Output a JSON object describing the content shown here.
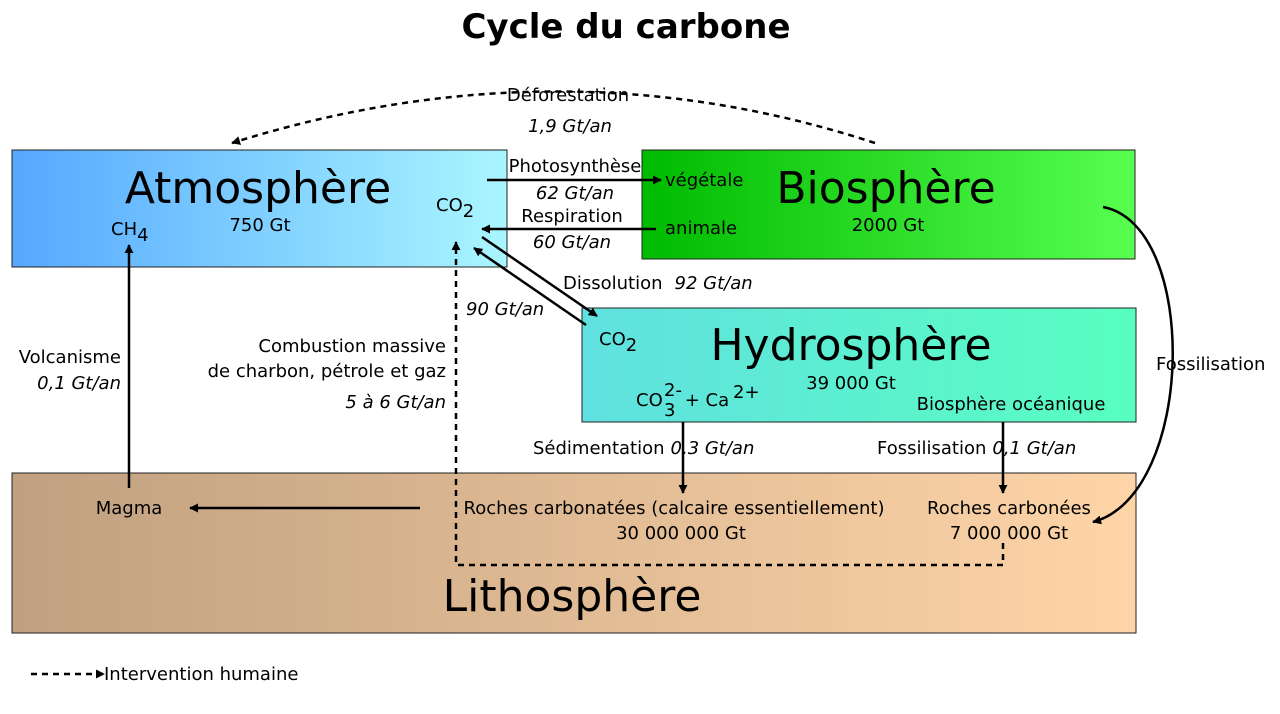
{
  "title": "Cycle du carbone",
  "colors": {
    "atmosphere_start": "#55a8ff",
    "atmosphere_end": "#aaf6ff",
    "biosphere_start": "#00bb00",
    "biosphere_end": "#58ff50",
    "hydrosphere_start": "#60e0e0",
    "hydrosphere_end": "#58ffc0",
    "lithosphere_start": "#c0a080",
    "lithosphere_end": "#ffd5a8"
  },
  "atmosphere": {
    "name": "Atmosphère",
    "stock": "750 Gt",
    "ch4_main": "CH",
    "ch4_sub": "4",
    "co2_main": "CO",
    "co2_sub": "2"
  },
  "biosphere": {
    "name": "Biosphère",
    "stock": "2000 Gt",
    "vegetale": "végétale",
    "animale": "animale"
  },
  "hydrosphere": {
    "name": "Hydrosphère",
    "stock": "39 000 Gt",
    "co2_main": "CO",
    "co2_sub": "2",
    "co3_main": "CO",
    "co3_sub": "3",
    "co3_sup": "2-",
    "plus_ca": " + Ca",
    "ca_sup": "2+",
    "biosphere_oceanique": "Biosphère océanique"
  },
  "lithosphere": {
    "name": "Lithosphère",
    "magma": "Magma",
    "roches_carbonatees": "Roches carbonatées (calcaire essentiellement)",
    "roches_carbonatees_stock": "30 000 000 Gt",
    "roches_carbonees": "Roches carbonées",
    "roches_carbonees_stock": "7 000 000 Gt"
  },
  "flows": {
    "deforestation_label": "Déforestation",
    "deforestation_rate": "1,9 Gt/an",
    "photosynthese_label": "Photosynthèse",
    "photosynthese_rate": "62 Gt/an",
    "respiration_label": "Respiration",
    "respiration_rate": "60 Gt/an",
    "dissolution_label": "Dissolution",
    "dissolution_rate": "92 Gt/an",
    "degassing_rate": "90 Gt/an",
    "combustion_line1": "Combustion massive",
    "combustion_line2": "de charbon, pétrole et gaz",
    "combustion_rate": "5 à 6 Gt/an",
    "volcanisme_label": "Volcanisme",
    "volcanisme_rate": "0,1 Gt/an",
    "sedimentation_label": "Sédimentation",
    "sedimentation_rate": "0,3 Gt/an",
    "fossilisation_ocean_label": "Fossilisation",
    "fossilisation_ocean_rate": "0,1 Gt/an",
    "fossilisation_label": "Fossilisation"
  },
  "legend": {
    "human_intervention": "Intervention humaine"
  }
}
